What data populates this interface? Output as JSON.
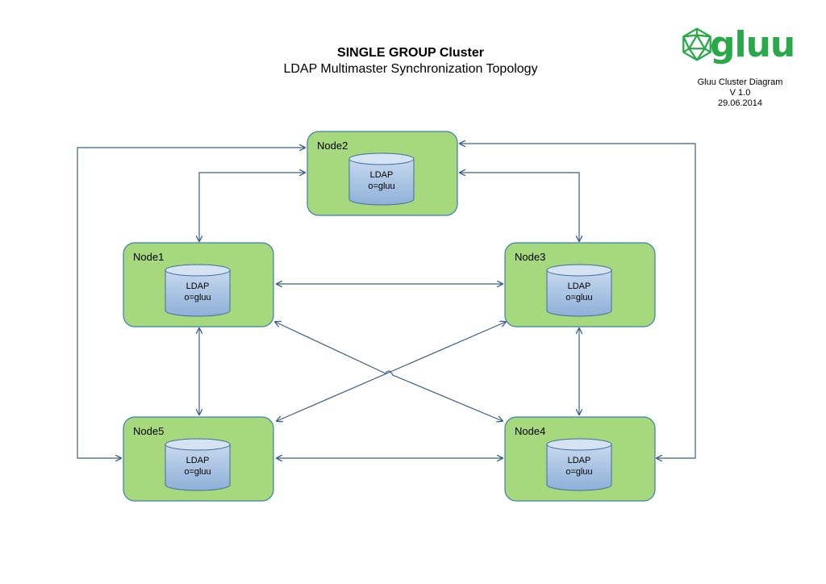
{
  "header": {
    "title": "SINGLE GROUP Cluster",
    "subtitle": "LDAP Multimaster Synchronization Topology"
  },
  "logo": {
    "text": "gluu",
    "icon": "icosahedron-icon",
    "color": "#2aa84a"
  },
  "meta": {
    "diagram_name": "Gluu Cluster Diagram",
    "version": "V 1.0",
    "date": "29.06.2014"
  },
  "colors": {
    "node_fill": "#a6d97d",
    "node_stroke": "#3f7fa8",
    "db_fill": "#a9c3e2",
    "edge": "#3b5f86"
  },
  "nodes": [
    {
      "id": "node2",
      "label": "Node2",
      "db_line1": "LDAP",
      "db_line2": "o=gluu"
    },
    {
      "id": "node1",
      "label": "Node1",
      "db_line1": "LDAP",
      "db_line2": "o=gluu"
    },
    {
      "id": "node3",
      "label": "Node3",
      "db_line1": "LDAP",
      "db_line2": "o=gluu"
    },
    {
      "id": "node5",
      "label": "Node5",
      "db_line1": "LDAP",
      "db_line2": "o=gluu"
    },
    {
      "id": "node4",
      "label": "Node4",
      "db_line1": "LDAP",
      "db_line2": "o=gluu"
    }
  ],
  "edges": [
    {
      "from": "node1",
      "to": "node2",
      "bidirectional": true
    },
    {
      "from": "node3",
      "to": "node2",
      "bidirectional": true
    },
    {
      "from": "node1",
      "to": "node3",
      "bidirectional": true
    },
    {
      "from": "node1",
      "to": "node5",
      "bidirectional": true
    },
    {
      "from": "node3",
      "to": "node4",
      "bidirectional": true
    },
    {
      "from": "node5",
      "to": "node4",
      "bidirectional": true
    },
    {
      "from": "node1",
      "to": "node4",
      "bidirectional": true
    },
    {
      "from": "node3",
      "to": "node5",
      "bidirectional": true
    },
    {
      "from": "node5",
      "to": "node2",
      "bidirectional": true
    },
    {
      "from": "node4",
      "to": "node2",
      "bidirectional": true
    }
  ]
}
